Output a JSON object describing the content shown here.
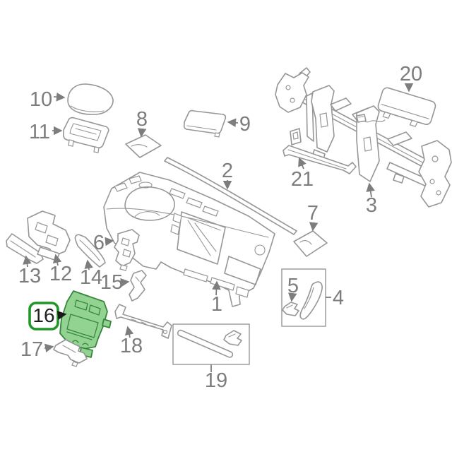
{
  "diagram": {
    "type": "exploded-parts-diagram",
    "selected_part": "16",
    "parts": {
      "p1": "1",
      "p2": "2",
      "p3": "3",
      "p4": "4",
      "p5": "5",
      "p6": "6",
      "p7": "7",
      "p8": "8",
      "p9": "9",
      "p10": "10",
      "p11": "11",
      "p12": "12",
      "p13": "13",
      "p14": "14",
      "p15": "15",
      "p16": "16",
      "p17": "17",
      "p18": "18",
      "p19": "19",
      "p20": "20",
      "p21": "21"
    },
    "colors": {
      "background": "#ffffff",
      "line": "#969696",
      "label": "#7d7d7d",
      "highlight_fill": "#92d392",
      "highlight_line": "#38853c",
      "highlight_badge_border": "#1e9628",
      "badge_text": "#1f1f1f",
      "badge_arrow": "#1a1a1a"
    }
  }
}
